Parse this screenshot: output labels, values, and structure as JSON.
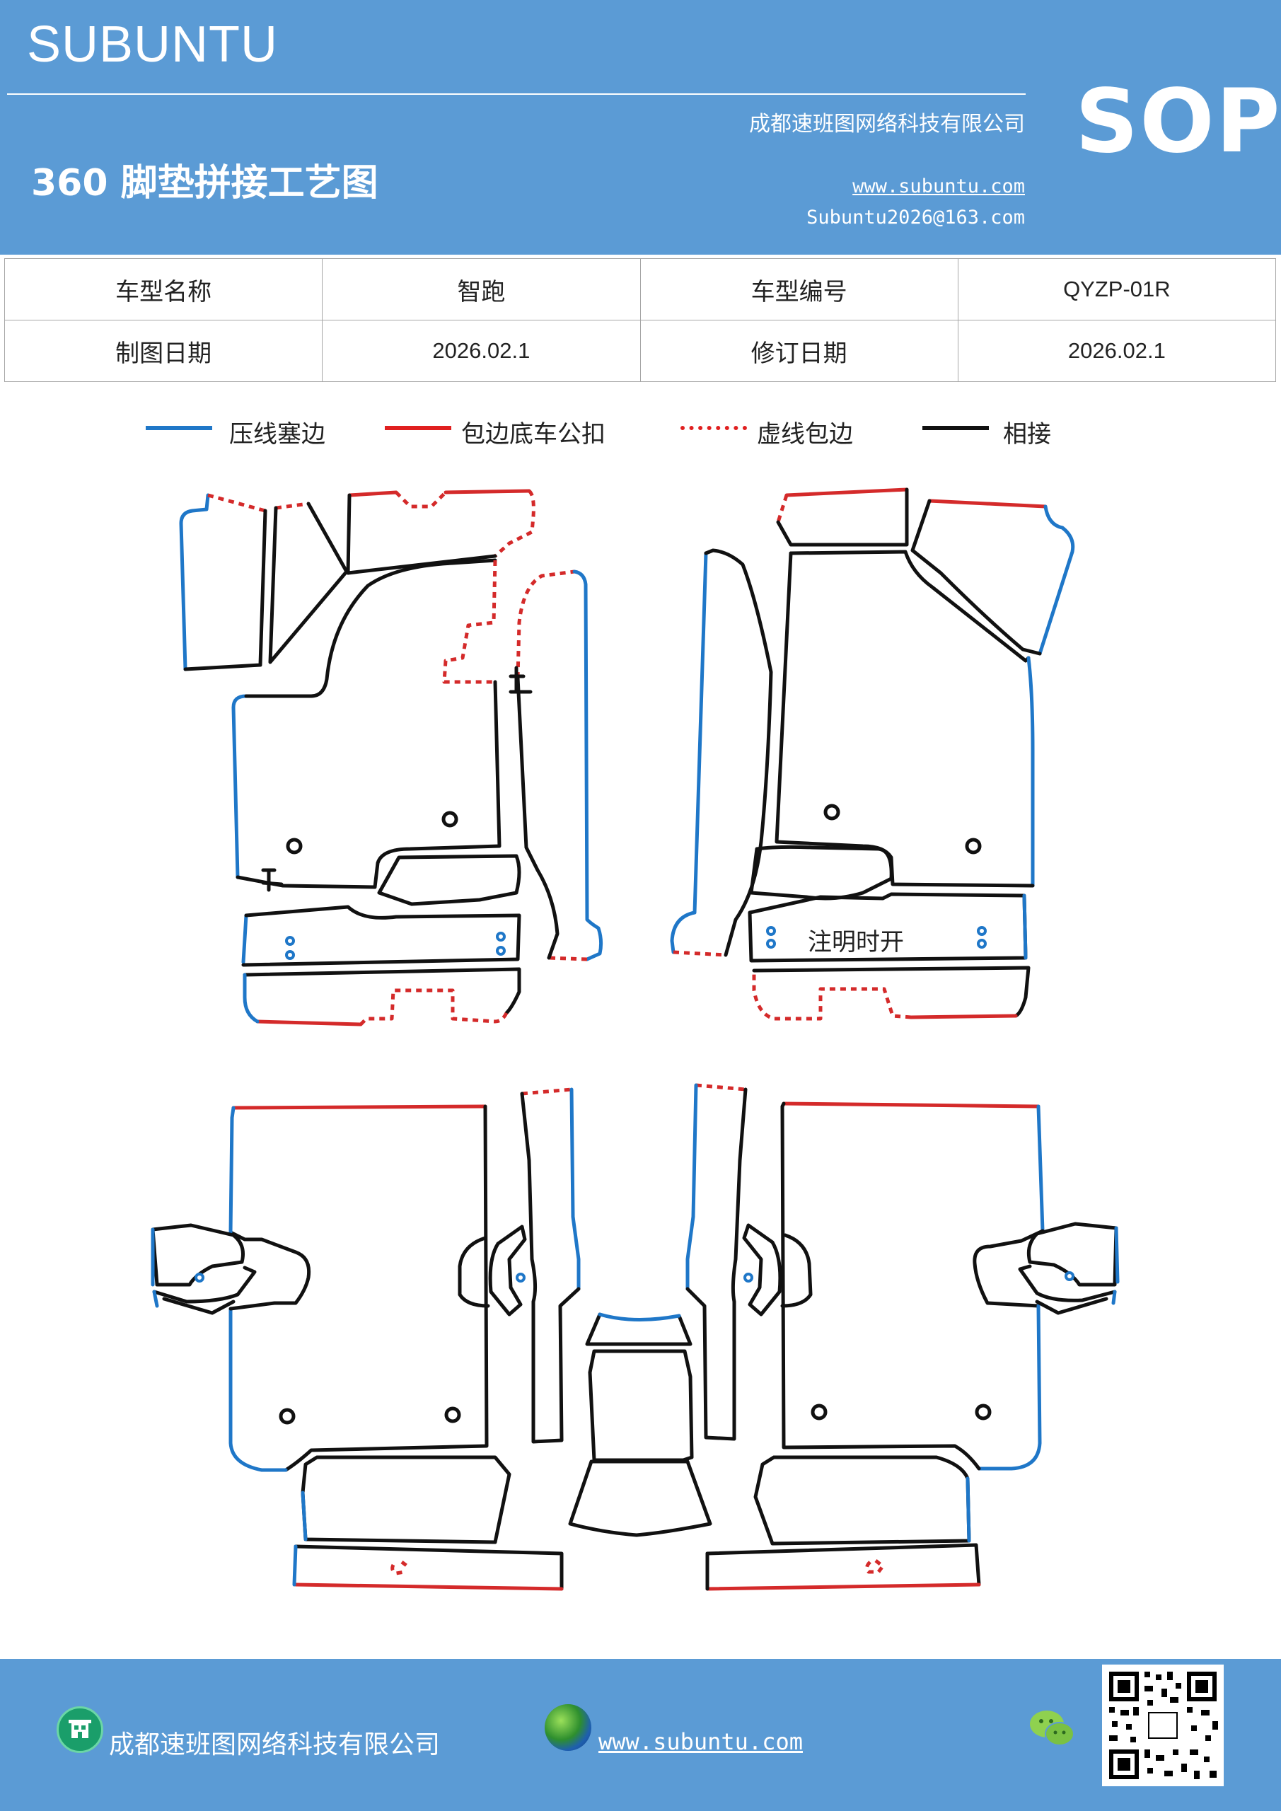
{
  "header": {
    "brand": "SUBUNTU",
    "company": "成都速班图网络科技有限公司",
    "title": "360 脚垫拼接工艺图",
    "website": "www.subuntu.com",
    "email": "Subuntu2026@163.com",
    "doc_type": "SOP"
  },
  "info_table": {
    "rows": [
      [
        "车型名称",
        "智跑",
        "车型编号",
        "QYZP-01R"
      ],
      [
        "制图日期",
        "2026.02.1",
        "修订日期",
        "2026.02.1"
      ]
    ]
  },
  "legend": {
    "items": [
      {
        "label": "压线塞边",
        "color": "#1f77c8",
        "style": "solid"
      },
      {
        "label": "包边底车公扣",
        "color": "#e02020",
        "style": "solid"
      },
      {
        "label": "虚线包边",
        "color": "#e02020",
        "style": "dotted"
      },
      {
        "label": "相接",
        "color": "#111111",
        "style": "solid"
      }
    ]
  },
  "diagram": {
    "annotation": "注明时开"
  },
  "colors": {
    "header_bg": "#5b9bd5",
    "blue_edge": "#1f77c8",
    "red_edge": "#d42a2a",
    "black_edge": "#111111"
  },
  "footer": {
    "company": "成都速班图网络科技有限公司",
    "website": "www.subuntu.com",
    "icons": [
      "building-icon",
      "globe-icon",
      "wechat-icon",
      "qr-code"
    ]
  }
}
